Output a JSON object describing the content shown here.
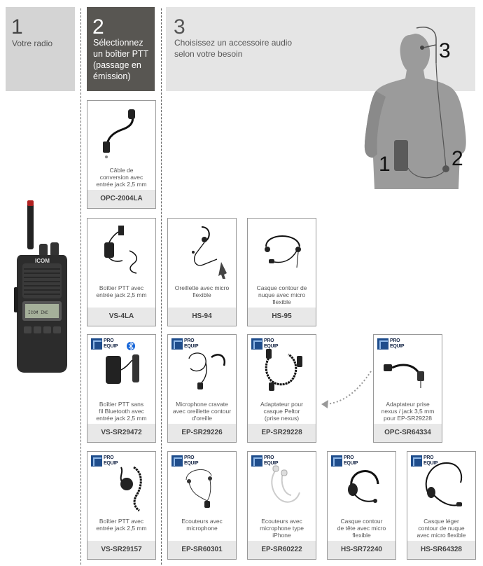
{
  "steps": {
    "s1": {
      "number": "1",
      "text": "Votre radio"
    },
    "s2": {
      "number": "2",
      "text_lines": [
        "Sélectionnez",
        "un boîtier PTT",
        "(passage en",
        "émission)"
      ]
    },
    "s3": {
      "number": "3",
      "text_lines": [
        "Choisissez un accessoire audio",
        "selon votre besoin"
      ]
    }
  },
  "silhouette_labels": {
    "n1": "1",
    "n2": "2",
    "n3": "3"
  },
  "radio": {
    "brand": "ICOM",
    "screen_text": "ICOM INC"
  },
  "logo": {
    "line1": "PRO",
    "line2": "EQUIP"
  },
  "cards": [
    {
      "id": "opc2004la",
      "label_lines": [
        "Câble de",
        "conversion avec",
        "entrée jack  2,5 mm"
      ],
      "code": "OPC-2004LA",
      "logo": false
    },
    {
      "id": "vs4la",
      "label_lines": [
        "Boîtier PTT avec",
        "entrée jack  2,5 mm"
      ],
      "code": "VS-4LA",
      "logo": false
    },
    {
      "id": "hs94",
      "label_lines": [
        "Oreillette avec micro",
        "flexible"
      ],
      "code": "HS-94",
      "logo": false
    },
    {
      "id": "hs95",
      "label_lines": [
        "Casque contour de",
        "nuque avec micro",
        "flexible"
      ],
      "code": "HS-95",
      "logo": false
    },
    {
      "id": "vssr29472",
      "label_lines": [
        "Boîtier PTT sans",
        "fil Bluetooth avec",
        "entrée jack  2,5 mm"
      ],
      "code": "VS-SR29472",
      "logo": true
    },
    {
      "id": "epsr29226",
      "label_lines": [
        "Microphone cravate",
        "avec oreillette contour",
        "d'oreille"
      ],
      "code": "EP-SR29226",
      "logo": true
    },
    {
      "id": "epsr29228",
      "label_lines": [
        "Adaptateur pour",
        "casque Peltor",
        "(prise nexus)"
      ],
      "code": "EP-SR29228",
      "logo": true
    },
    {
      "id": "opcsr64334",
      "label_lines": [
        "Adaptateur prise",
        "nexus / jack  3,5 mm",
        "pour EP-SR29228"
      ],
      "code": "OPC-SR64334",
      "logo": true
    },
    {
      "id": "vssr29157",
      "label_lines": [
        "Boîtier PTT avec",
        "entrée jack  2,5 mm"
      ],
      "code": "VS-SR29157",
      "logo": true
    },
    {
      "id": "epsr60301",
      "label_lines": [
        "Ecouteurs avec",
        "microphone"
      ],
      "code": "EP-SR60301",
      "logo": true
    },
    {
      "id": "epsr60222",
      "label_lines": [
        "Ecouteurs avec",
        "microphone type",
        "iPhone"
      ],
      "code": "EP-SR60222",
      "logo": true
    },
    {
      "id": "hssr72240",
      "label_lines": [
        "Casque contour",
        "de tête avec micro",
        "flexible"
      ],
      "code": "HS-SR72240",
      "logo": true
    },
    {
      "id": "hssr64328",
      "label_lines": [
        "Casque léger",
        "contour de nuque",
        "avec micro flexible"
      ],
      "code": "HS-SR64328",
      "logo": true
    }
  ],
  "colors": {
    "step2_bg": "#585652",
    "step_bg": "#e5e5e5",
    "brand_blue": "#1f4d8c",
    "bluetooth": "#1565d8"
  }
}
